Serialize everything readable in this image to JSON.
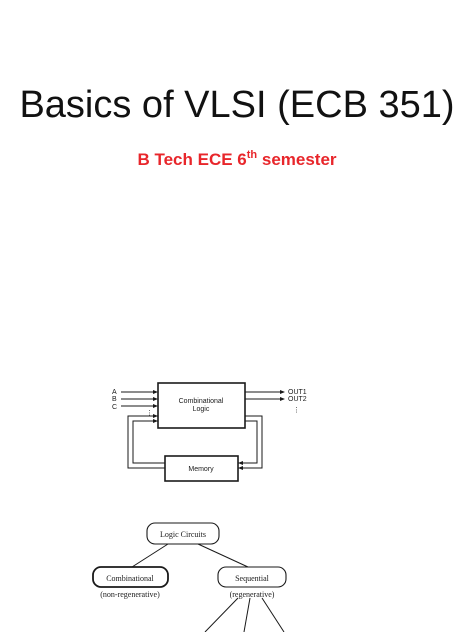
{
  "slide": {
    "title": "Basics of VLSI (ECB 351)",
    "subtitle_main": "B Tech ECE 6",
    "subtitle_sup": "th",
    "subtitle_end": " semester",
    "title_color": "#111111",
    "subtitle_color": "#e8262b"
  },
  "sequential_diagram": {
    "inputs": [
      "A",
      "B",
      "C"
    ],
    "outputs": [
      "OUT1",
      "OUT2"
    ],
    "ellipsis": "⋮",
    "combinational_line1": "Combinational",
    "combinational_line2": "Logic",
    "memory_label": "Memory"
  },
  "tree_diagram": {
    "root": "Logic Circuits",
    "left_child": "Combinational",
    "left_note": "(non-regenerative)",
    "right_child": "Sequential",
    "right_note": "(regenerative)"
  }
}
